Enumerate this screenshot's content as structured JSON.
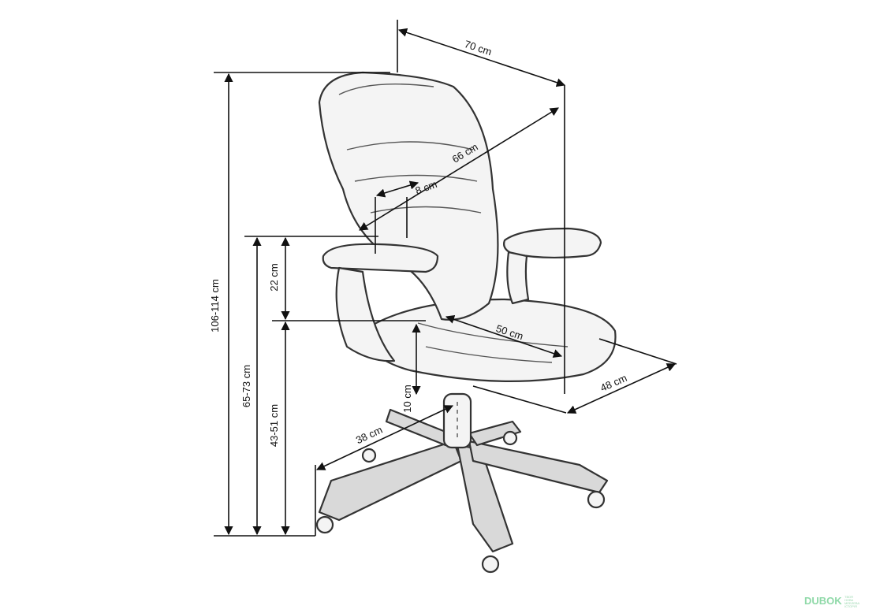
{
  "dimensions": {
    "width": "70 cm",
    "depth": "66 cm",
    "armrest_width": "8 cm",
    "total_height": "106-114 cm",
    "armrest_height": "65-73 cm",
    "seat_height": "43-51 cm",
    "armrest_above_seat": "22 cm",
    "seat_depth": "50 cm",
    "seat_width": "48 cm",
    "seat_adjust": "10 cm",
    "base_radius": "38 cm"
  },
  "watermark": {
    "logo": "DUBOK",
    "tagline_1": "ТВОЯ",
    "tagline_2": "НОВА",
    "tagline_3": "МЕБЛЕВА",
    "tagline_4": "ІСТОРІЯ"
  }
}
